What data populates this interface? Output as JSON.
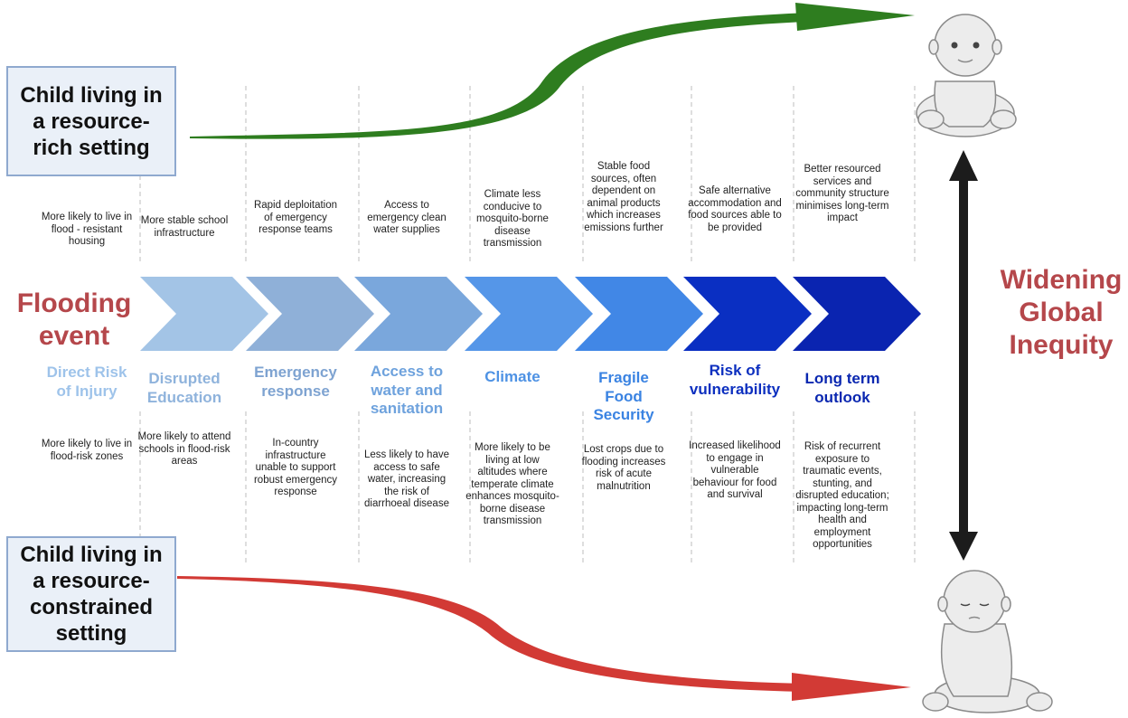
{
  "rich_box": "Child living in a resource-rich setting",
  "constrained_box": "Child living in a resource-constrained setting",
  "flooding_event": "Flooding event",
  "widening": "Widening Global Inequity",
  "colors": {
    "green": "#2e7d1f",
    "red": "#d23a35",
    "accent_text": "#b5474b",
    "chevrons": [
      "#a3c4e6",
      "#8fb0d8",
      "#7aa7dc",
      "#5596e8",
      "#4187e6",
      "#0a2fc2",
      "#0a24b0"
    ]
  },
  "columns": [
    {
      "label": "Direct Risk of Injury",
      "color": "#9ec3ea",
      "rich": "More likely to live in flood - resistant housing",
      "constrained": "More likely to live in flood-risk zones"
    },
    {
      "label": "Disrupted Education",
      "color": "#8fb3dc",
      "rich": "More stable school infrastructure",
      "constrained": "More likely to attend schools in flood-risk areas"
    },
    {
      "label": "Emergency response",
      "color": "#7ea3d1",
      "rich": "Rapid deploitation of emergency response teams",
      "constrained": "In-country infrastructure unable to support robust emergency response"
    },
    {
      "label": "Access to water and sanitation",
      "color": "#6ea2dd",
      "rich": "Access to emergency clean water supplies",
      "constrained": "Less likely to have access to safe water, increasing the risk of diarrhoeal disease"
    },
    {
      "label": "Climate",
      "color": "#4e92e4",
      "rich": "Climate less conducive to mosquito-borne disease transmission",
      "constrained": "More likely to be living at low altitudes where temperate climate enhances mosquito-borne disease transmission"
    },
    {
      "label": "Fragile Food Security",
      "color": "#3a83e2",
      "rich": "Stable food sources, often dependent on animal products which increases emissions further",
      "constrained": "Lost crops due to flooding increases risk of acute malnutrition"
    },
    {
      "label": "Risk of vulnerability",
      "color": "#0c2fbf",
      "rich": "Safe alternative accommodation and food sources able to be provided",
      "constrained": "Increased likelihood to engage in vulnerable behaviour for food and survival"
    },
    {
      "label": "Long term outlook",
      "color": "#0a27b0",
      "rich": "Better resourced services and community structure minimises long-term impact",
      "constrained": "Risk of recurrent exposure to traumatic events, stunting, and disrupted education; impacting long-term health and employment opportunities"
    }
  ]
}
